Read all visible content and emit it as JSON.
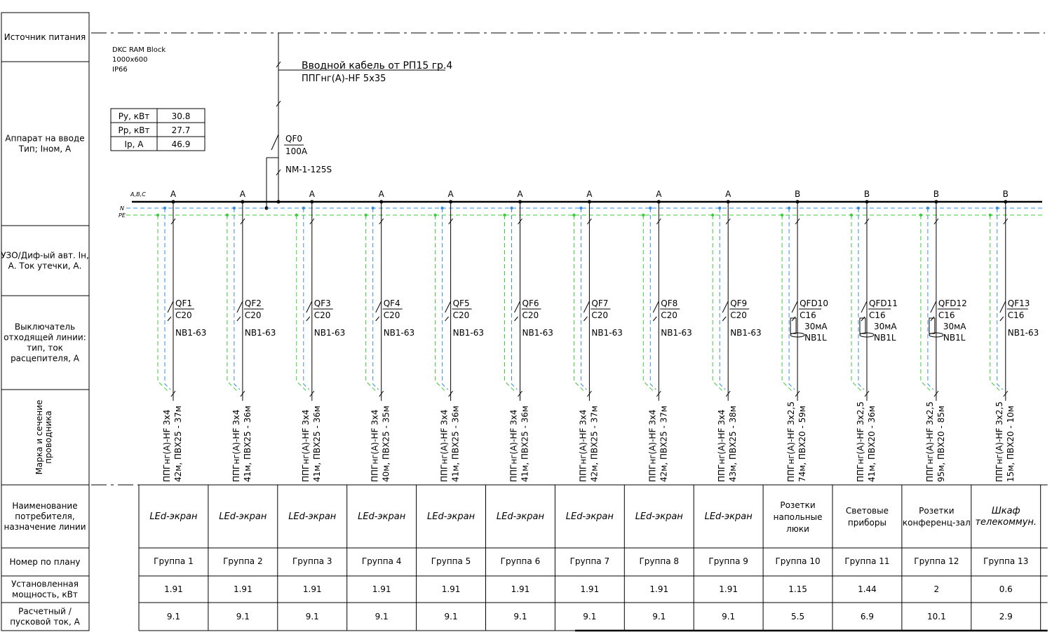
{
  "left_headers": [
    "Источник питания",
    "Аппарат на вводе Тип; Iном, А",
    "УЗО/Диф-ый авт. Iн, А. Ток утечки, А.",
    "Выключатель отходящей линии: тип, ток расцепителя, А",
    "Марка и сечение проводника",
    "Наименование потребителя, назначение линии",
    "Номер по плану",
    "Установленная мощность, кВт",
    "Расчетный / пусковой ток, А"
  ],
  "enclosure": [
    "DKC RAM Block",
    "1000x600",
    "IP66"
  ],
  "load_table": {
    "rows": [
      {
        "label": "Ру, кВт",
        "value": "30.8"
      },
      {
        "label": "Рр, кВт",
        "value": "27.7"
      },
      {
        "label": "Ip, А",
        "value": "46.9"
      }
    ]
  },
  "input_cable": {
    "line1": "Вводной кабель от РП15 гр.4",
    "line2": "ППГнг(А)-HF 5x35"
  },
  "main_breaker": {
    "name": "QF0",
    "rating": "100A",
    "model": "NM-1-125S"
  },
  "bus_labels": {
    "abc": "A,B,C",
    "n": "N",
    "pe": "PE"
  },
  "circuits": [
    {
      "phase": "A",
      "breaker": "QF1",
      "rating": "C20",
      "leak": "",
      "model": "NB1-63",
      "cable": "ППГнг(А)-HF 3x4",
      "route": "42м, ПВХ25 - 37м",
      "consumer": "LEd-экран",
      "italic": true,
      "group": "Группа 1",
      "power": "1.91",
      "current": "9.1"
    },
    {
      "phase": "A",
      "breaker": "QF2",
      "rating": "C20",
      "leak": "",
      "model": "NB1-63",
      "cable": "ППГнг(А)-HF 3x4",
      "route": "41м, ПВХ25 - 36м",
      "consumer": "LEd-экран",
      "italic": true,
      "group": "Группа 2",
      "power": "1.91",
      "current": "9.1"
    },
    {
      "phase": "A",
      "breaker": "QF3",
      "rating": "C20",
      "leak": "",
      "model": "NB1-63",
      "cable": "ППГнг(А)-HF 3x4",
      "route": "41м, ПВХ25 - 36м",
      "consumer": "LEd-экран",
      "italic": true,
      "group": "Группа 3",
      "power": "1.91",
      "current": "9.1"
    },
    {
      "phase": "A",
      "breaker": "QF4",
      "rating": "C20",
      "leak": "",
      "model": "NB1-63",
      "cable": "ППГнг(А)-HF 3x4",
      "route": "40м, ПВХ25 - 35м",
      "consumer": "LEd-экран",
      "italic": true,
      "group": "Группа 4",
      "power": "1.91",
      "current": "9.1"
    },
    {
      "phase": "A",
      "breaker": "QF5",
      "rating": "C20",
      "leak": "",
      "model": "NB1-63",
      "cable": "ППГнг(А)-HF 3x4",
      "route": "41м, ПВХ25 - 36м",
      "consumer": "LEd-экран",
      "italic": true,
      "group": "Группа 5",
      "power": "1.91",
      "current": "9.1"
    },
    {
      "phase": "A",
      "breaker": "QF6",
      "rating": "C20",
      "leak": "",
      "model": "NB1-63",
      "cable": "ППГнг(А)-HF 3x4",
      "route": "41м, ПВХ25 - 36м",
      "consumer": "LEd-экран",
      "italic": true,
      "group": "Группа 6",
      "power": "1.91",
      "current": "9.1"
    },
    {
      "phase": "A",
      "breaker": "QF7",
      "rating": "C20",
      "leak": "",
      "model": "NB1-63",
      "cable": "ППГнг(А)-HF 3x4",
      "route": "42м, ПВХ25 - 37м",
      "consumer": "LEd-экран",
      "italic": true,
      "group": "Группа 7",
      "power": "1.91",
      "current": "9.1"
    },
    {
      "phase": "A",
      "breaker": "QF8",
      "rating": "C20",
      "leak": "",
      "model": "NB1-63",
      "cable": "ППГнг(А)-HF 3x4",
      "route": "42м, ПВХ25 - 37м",
      "consumer": "LEd-экран",
      "italic": true,
      "group": "Группа 8",
      "power": "1.91",
      "current": "9.1"
    },
    {
      "phase": "A",
      "breaker": "QF9",
      "rating": "C20",
      "leak": "",
      "model": "NB1-63",
      "cable": "ППГнг(А)-HF 3x4",
      "route": "43м, ПВХ25 - 38м",
      "consumer": "LEd-экран",
      "italic": true,
      "group": "Группа 9",
      "power": "1.91",
      "current": "9.1"
    },
    {
      "phase": "B",
      "breaker": "QFD10",
      "rating": "C16",
      "leak": "30мА",
      "model": "NB1L",
      "cable": "ППГнг(А)-HF 3x2,5",
      "route": "74м, ПВХ20 - 59м",
      "consumer": "Розетки напольные люки",
      "italic": false,
      "group": "Группа 10",
      "power": "1.15",
      "current": "5.5"
    },
    {
      "phase": "B",
      "breaker": "QFD11",
      "rating": "C16",
      "leak": "30мА",
      "model": "NB1L",
      "cable": "ППГнг(А)-HF 3x2,5",
      "route": "41м, ПВХ20 - 36м",
      "consumer": "Световые приборы",
      "italic": false,
      "group": "Группа 11",
      "power": "1.44",
      "current": "6.9"
    },
    {
      "phase": "B",
      "breaker": "QFD12",
      "rating": "C16",
      "leak": "30мА",
      "model": "NB1L",
      "cable": "ППГнг(А)-HF 3x2,5",
      "route": "95м, ПВХ20 - 85м",
      "consumer": "Розетки конференц-зал",
      "italic": false,
      "group": "Группа 12",
      "power": "2",
      "current": "10.1"
    },
    {
      "phase": "B",
      "breaker": "QF13",
      "rating": "C16",
      "leak": "",
      "model": "NB1-63",
      "cable": "ППГнг(А)-HF 3x2,5",
      "route": "15м, ПВХ20 - 10м",
      "consumer": "Шкаф телекоммун.",
      "italic": true,
      "group": "Группа 13",
      "power": "0.6",
      "current": "2.9"
    }
  ]
}
